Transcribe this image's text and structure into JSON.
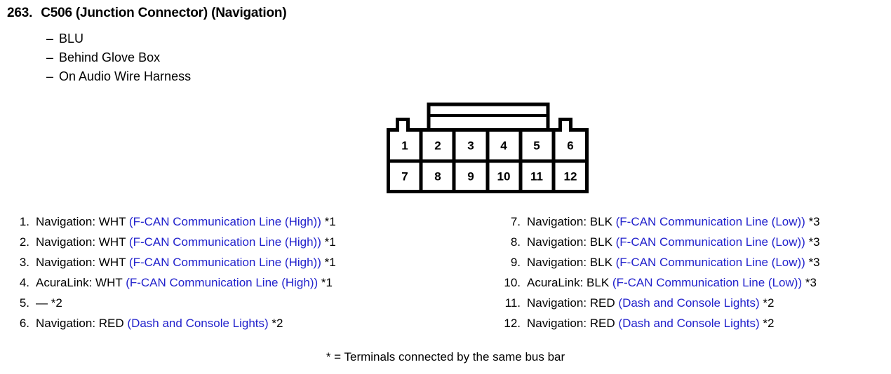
{
  "header": {
    "number": "263.",
    "title": "C506 (Junction Connector) (Navigation)",
    "dash": "–",
    "attributes": [
      "BLU",
      "Behind Glove Box",
      "On Audio Wire Harness"
    ]
  },
  "connector": {
    "name": "12-pin connector diagram",
    "rows": [
      [
        "1",
        "2",
        "3",
        "4",
        "5",
        "6"
      ],
      [
        "7",
        "8",
        "9",
        "10",
        "11",
        "12"
      ]
    ]
  },
  "pins": {
    "left": [
      {
        "num": "1.",
        "circuit": "Navigation: WHT",
        "desc": "(F-CAN Communication Line (High))",
        "note": "*1"
      },
      {
        "num": "2.",
        "circuit": "Navigation: WHT",
        "desc": "(F-CAN Communication Line (High))",
        "note": "*1"
      },
      {
        "num": "3.",
        "circuit": "Navigation: WHT",
        "desc": "(F-CAN Communication Line (High))",
        "note": "*1"
      },
      {
        "num": "4.",
        "circuit": "AcuraLink: WHT",
        "desc": "(F-CAN Communication Line (High))",
        "note": "*1"
      },
      {
        "num": "5.",
        "circuit": "—",
        "desc": "",
        "note": "*2"
      },
      {
        "num": "6.",
        "circuit": "Navigation: RED",
        "desc": "(Dash and Console Lights)",
        "note": "*2"
      }
    ],
    "right": [
      {
        "num": "7.",
        "circuit": "Navigation: BLK",
        "desc": "(F-CAN Communication Line (Low))",
        "note": "*3"
      },
      {
        "num": "8.",
        "circuit": "Navigation: BLK",
        "desc": "(F-CAN Communication Line (Low))",
        "note": "*3"
      },
      {
        "num": "9.",
        "circuit": "Navigation: BLK",
        "desc": "(F-CAN Communication Line (Low))",
        "note": "*3"
      },
      {
        "num": "10.",
        "circuit": "AcuraLink: BLK",
        "desc": "(F-CAN Communication Line (Low))",
        "note": "*3"
      },
      {
        "num": "11.",
        "circuit": "Navigation: RED",
        "desc": "(Dash and Console Lights)",
        "note": "*2"
      },
      {
        "num": "12.",
        "circuit": "Navigation: RED",
        "desc": "(Dash and Console Lights)",
        "note": "*2"
      }
    ]
  },
  "footnote": {
    "text": "* = Terminals connected by the same bus bar"
  },
  "colors": {
    "text": "#000000",
    "description": "#2222cc",
    "background": "#ffffff",
    "outline": "#000000"
  }
}
